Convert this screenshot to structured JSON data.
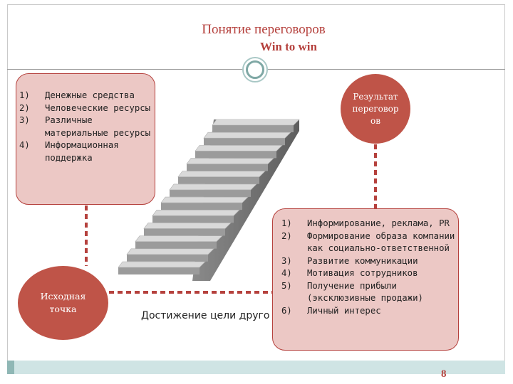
{
  "title": {
    "line1": "Понятие переговоров",
    "line2": "Win to win"
  },
  "resources_box": {
    "items": [
      {
        "num": "1)",
        "text": "Денежные средства"
      },
      {
        "num": "2)",
        "text": "Человеческие ресурсы"
      },
      {
        "num": "3)",
        "text": "Различные материальные ресурсы"
      },
      {
        "num": "4)",
        "text": "Информационная поддержка"
      }
    ]
  },
  "result_circle": {
    "lines": [
      "Результат",
      "переговор",
      "ов"
    ]
  },
  "start_circle": {
    "lines": [
      "Исходная",
      "точка"
    ]
  },
  "goal_label": "Достижение цели друго",
  "outcomes_box": {
    "items": [
      {
        "num": "1)",
        "text": "Информирование, реклама, PR"
      },
      {
        "num": "2)",
        "text": "Формирование образа компании как социально-ответственной"
      },
      {
        "num": "3)",
        "text": "Развитие коммуникации"
      },
      {
        "num": "4)",
        "text": "Мотивация сотрудников"
      },
      {
        "num": "5)",
        "text": "Получение прибыли (эксклюзивные продажи)"
      },
      {
        "num": "6)",
        "text": "Личный интерес"
      }
    ]
  },
  "page_number": "8",
  "colors": {
    "accent": "#b5413d",
    "box_fill": "#ecc8c5",
    "circle_fill": "#bf5448",
    "teal": "#8fb7b5",
    "footer": "#cfe4e4"
  }
}
